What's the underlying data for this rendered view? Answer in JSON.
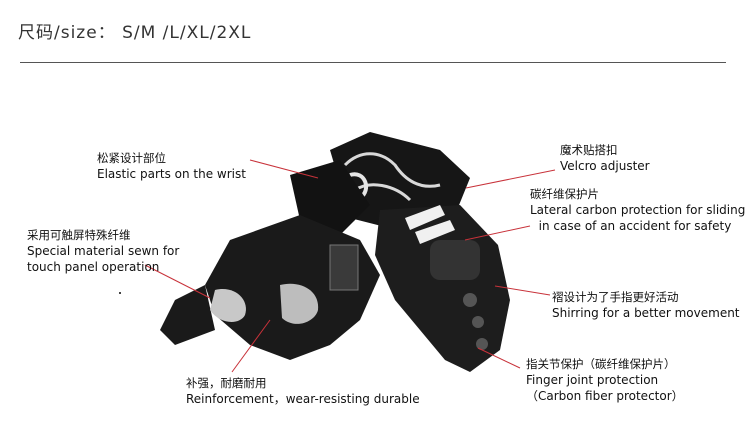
{
  "header": {
    "size_text": "尺码/size： S/M /L/XL/2XL"
  },
  "callouts": {
    "wrist": {
      "zh": "松紧设计部位",
      "en": "Elastic parts on the wrist"
    },
    "touch": {
      "zh": "采用可触屏特殊纤维",
      "en1": "Special material sewn for",
      "en2": "touch panel operation"
    },
    "reinforce": {
      "zh": "补强，耐磨耐用",
      "en": "Reinforcement，wear-resisting durable"
    },
    "velcro": {
      "zh": "魔术贴搭扣",
      "en": "Velcro adjuster"
    },
    "lateral": {
      "zh": "碳纤维保护片",
      "en1": "Lateral carbon protection for sliding",
      "en2": "in case of an accident for safety"
    },
    "shirring": {
      "zh": "褶设计为了手指更好活动",
      "en": "Shirring  for  a  better  movement"
    },
    "knuckle": {
      "zh": "指关节保护（碳纤维保护片）",
      "en1": "Finger  joint  protection",
      "en2": "（Carbon fiber protector）"
    }
  },
  "colors": {
    "leader": "#c8323a",
    "leather": "#1b1b1b",
    "rule": "#555555"
  }
}
